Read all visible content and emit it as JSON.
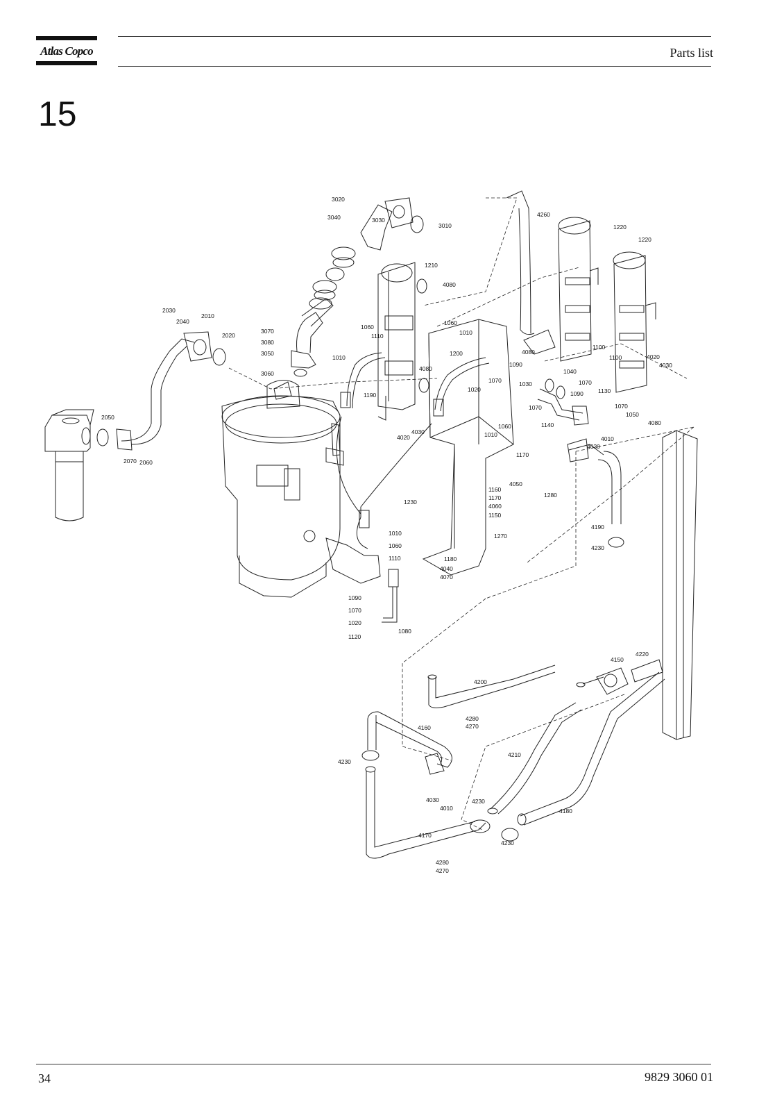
{
  "header": {
    "brand": "Atlas Copco",
    "title": "Parts list"
  },
  "section_number": "15",
  "diagram": {
    "callouts": [
      "3020",
      "3040",
      "3030",
      "3010",
      "1210",
      "4080",
      "4260",
      "1220",
      "1220",
      "2030",
      "2040",
      "2010",
      "2020",
      "3070",
      "3080",
      "3050",
      "3060",
      "1060",
      "1110",
      "1010",
      "1060",
      "1010",
      "1200",
      "1090",
      "1070",
      "1020",
      "4080",
      "1190",
      "4020",
      "4030",
      "1060",
      "1010",
      "4080",
      "1040",
      "1070",
      "1100",
      "1100",
      "1130",
      "4020",
      "4030",
      "1030",
      "1090",
      "1070",
      "1140",
      "1070",
      "1050",
      "4080",
      "2050",
      "2070",
      "2060",
      "4010",
      "4030",
      "1170",
      "4050",
      "1160",
      "1170",
      "4060",
      "1150",
      "1280",
      "1230",
      "1270",
      "4190",
      "4230",
      "1010",
      "1060",
      "1110",
      "1180",
      "4040",
      "4070",
      "1090",
      "1070",
      "1020",
      "1080",
      "1120",
      "4220",
      "4150",
      "4200",
      "4280",
      "4270",
      "4160",
      "4230",
      "4210",
      "4030",
      "4010",
      "4230",
      "4180",
      "4230",
      "4170",
      "4280",
      "4270"
    ]
  },
  "footer": {
    "page_number": "34",
    "document_number": "9829 3060 01"
  }
}
